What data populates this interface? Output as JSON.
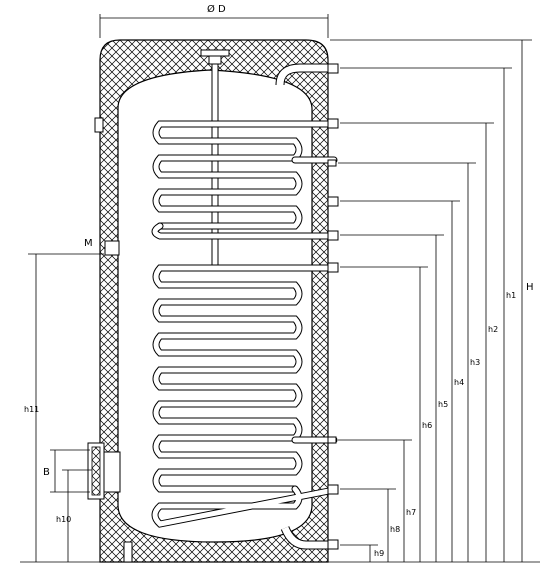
{
  "labels": {
    "diameter": "Ø D",
    "height": "H",
    "h1": "h1",
    "h2": "h2",
    "h3": "h3",
    "h4": "h4",
    "h5": "h5",
    "h6": "h6",
    "h7": "h7",
    "h8": "h8",
    "h9": "h9",
    "h10": "h10",
    "h11": "h11",
    "b": "B",
    "m": "M"
  }
}
